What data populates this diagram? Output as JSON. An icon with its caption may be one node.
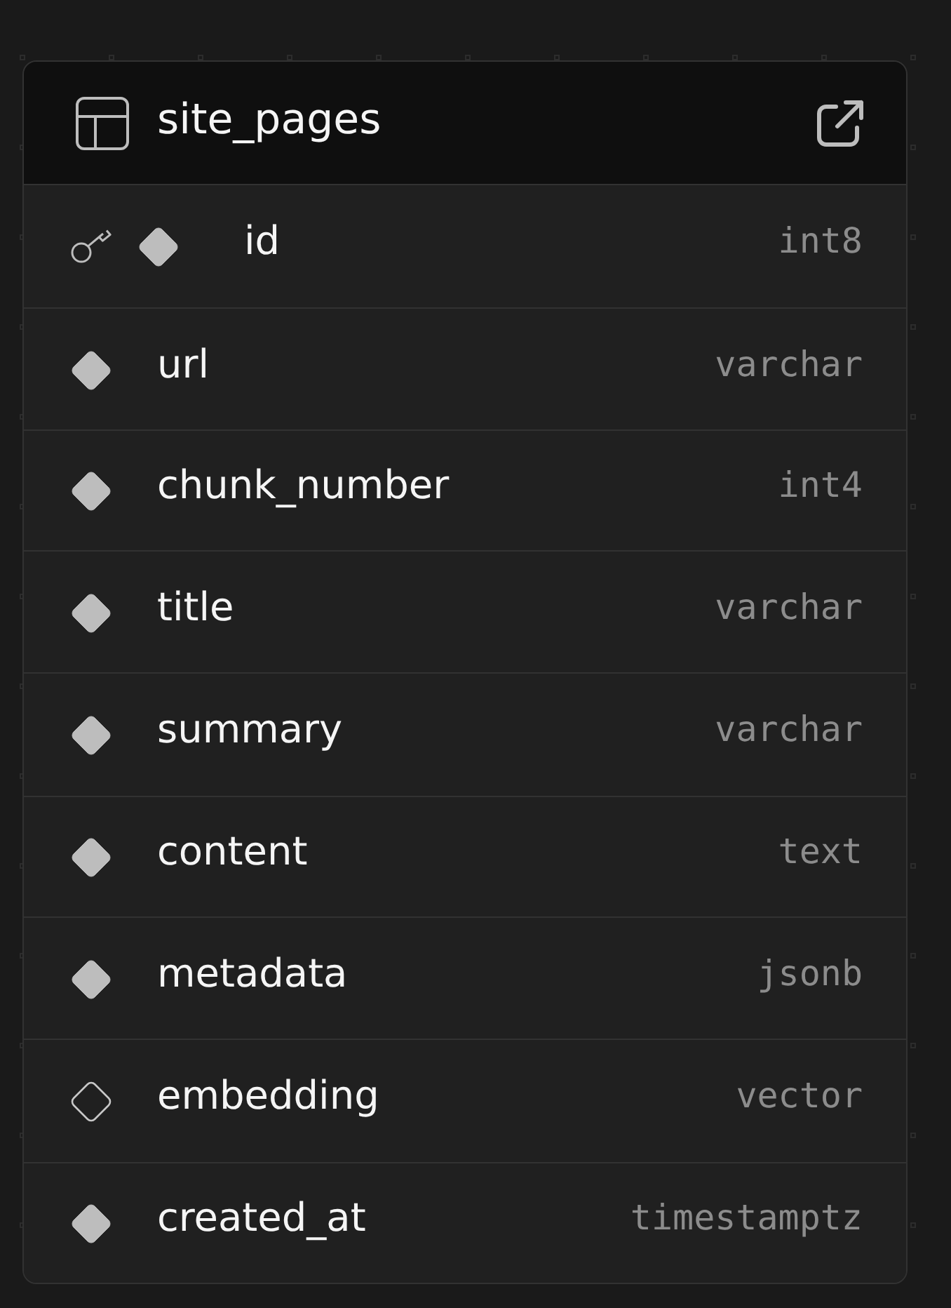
{
  "diagram": {
    "nodes": [
      {
        "text": [
          "site_pages"
        ]
      },
      {
        "text": [
          "id",
          "int8"
        ],
        "in": 0
      },
      {
        "text": [
          "url",
          "varchar"
        ],
        "in": 0
      },
      {
        "text": [
          "chunk_number",
          "int4"
        ],
        "in": 0
      },
      {
        "text": [
          "title",
          "varchar"
        ],
        "in": 0
      },
      {
        "text": [
          "summary",
          "varchar"
        ],
        "in": 0
      },
      {
        "text": [
          "content",
          "text"
        ],
        "in": 0
      },
      {
        "text": [
          "metadata",
          "jsonb"
        ],
        "in": 0
      },
      {
        "text": [
          "embedding",
          "vector"
        ],
        "in": 0
      },
      {
        "text": [
          "created_at",
          "timestamptz"
        ],
        "in": 0
      }
    ]
  }
}
